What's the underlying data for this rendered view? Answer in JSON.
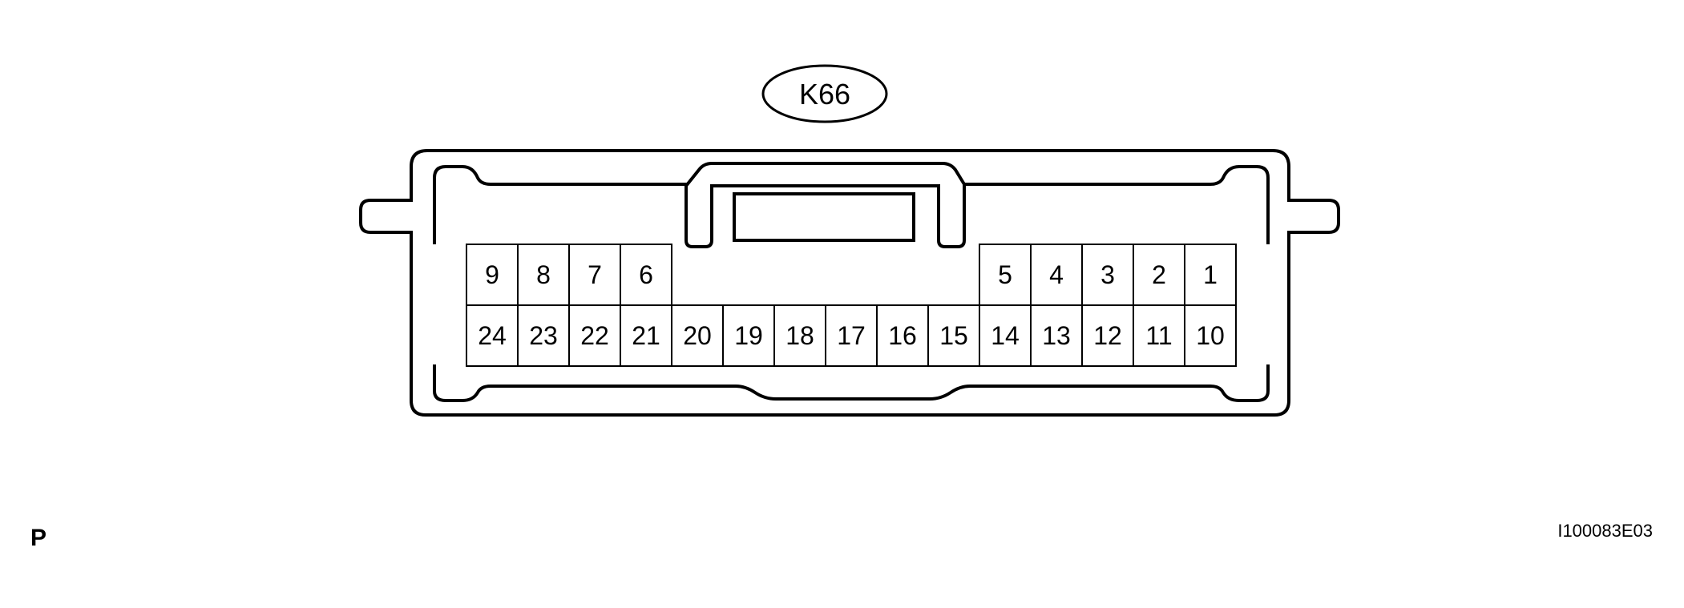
{
  "connector": {
    "id": "K66",
    "top_row_left": [
      "9",
      "8",
      "7",
      "6"
    ],
    "top_row_right": [
      "5",
      "4",
      "3",
      "2",
      "1"
    ],
    "bottom_row": [
      "24",
      "23",
      "22",
      "21",
      "20",
      "19",
      "18",
      "17",
      "16",
      "15",
      "14",
      "13",
      "12",
      "11",
      "10"
    ]
  },
  "footer": {
    "view_marker": "P",
    "figure_id": "I100083E03"
  }
}
